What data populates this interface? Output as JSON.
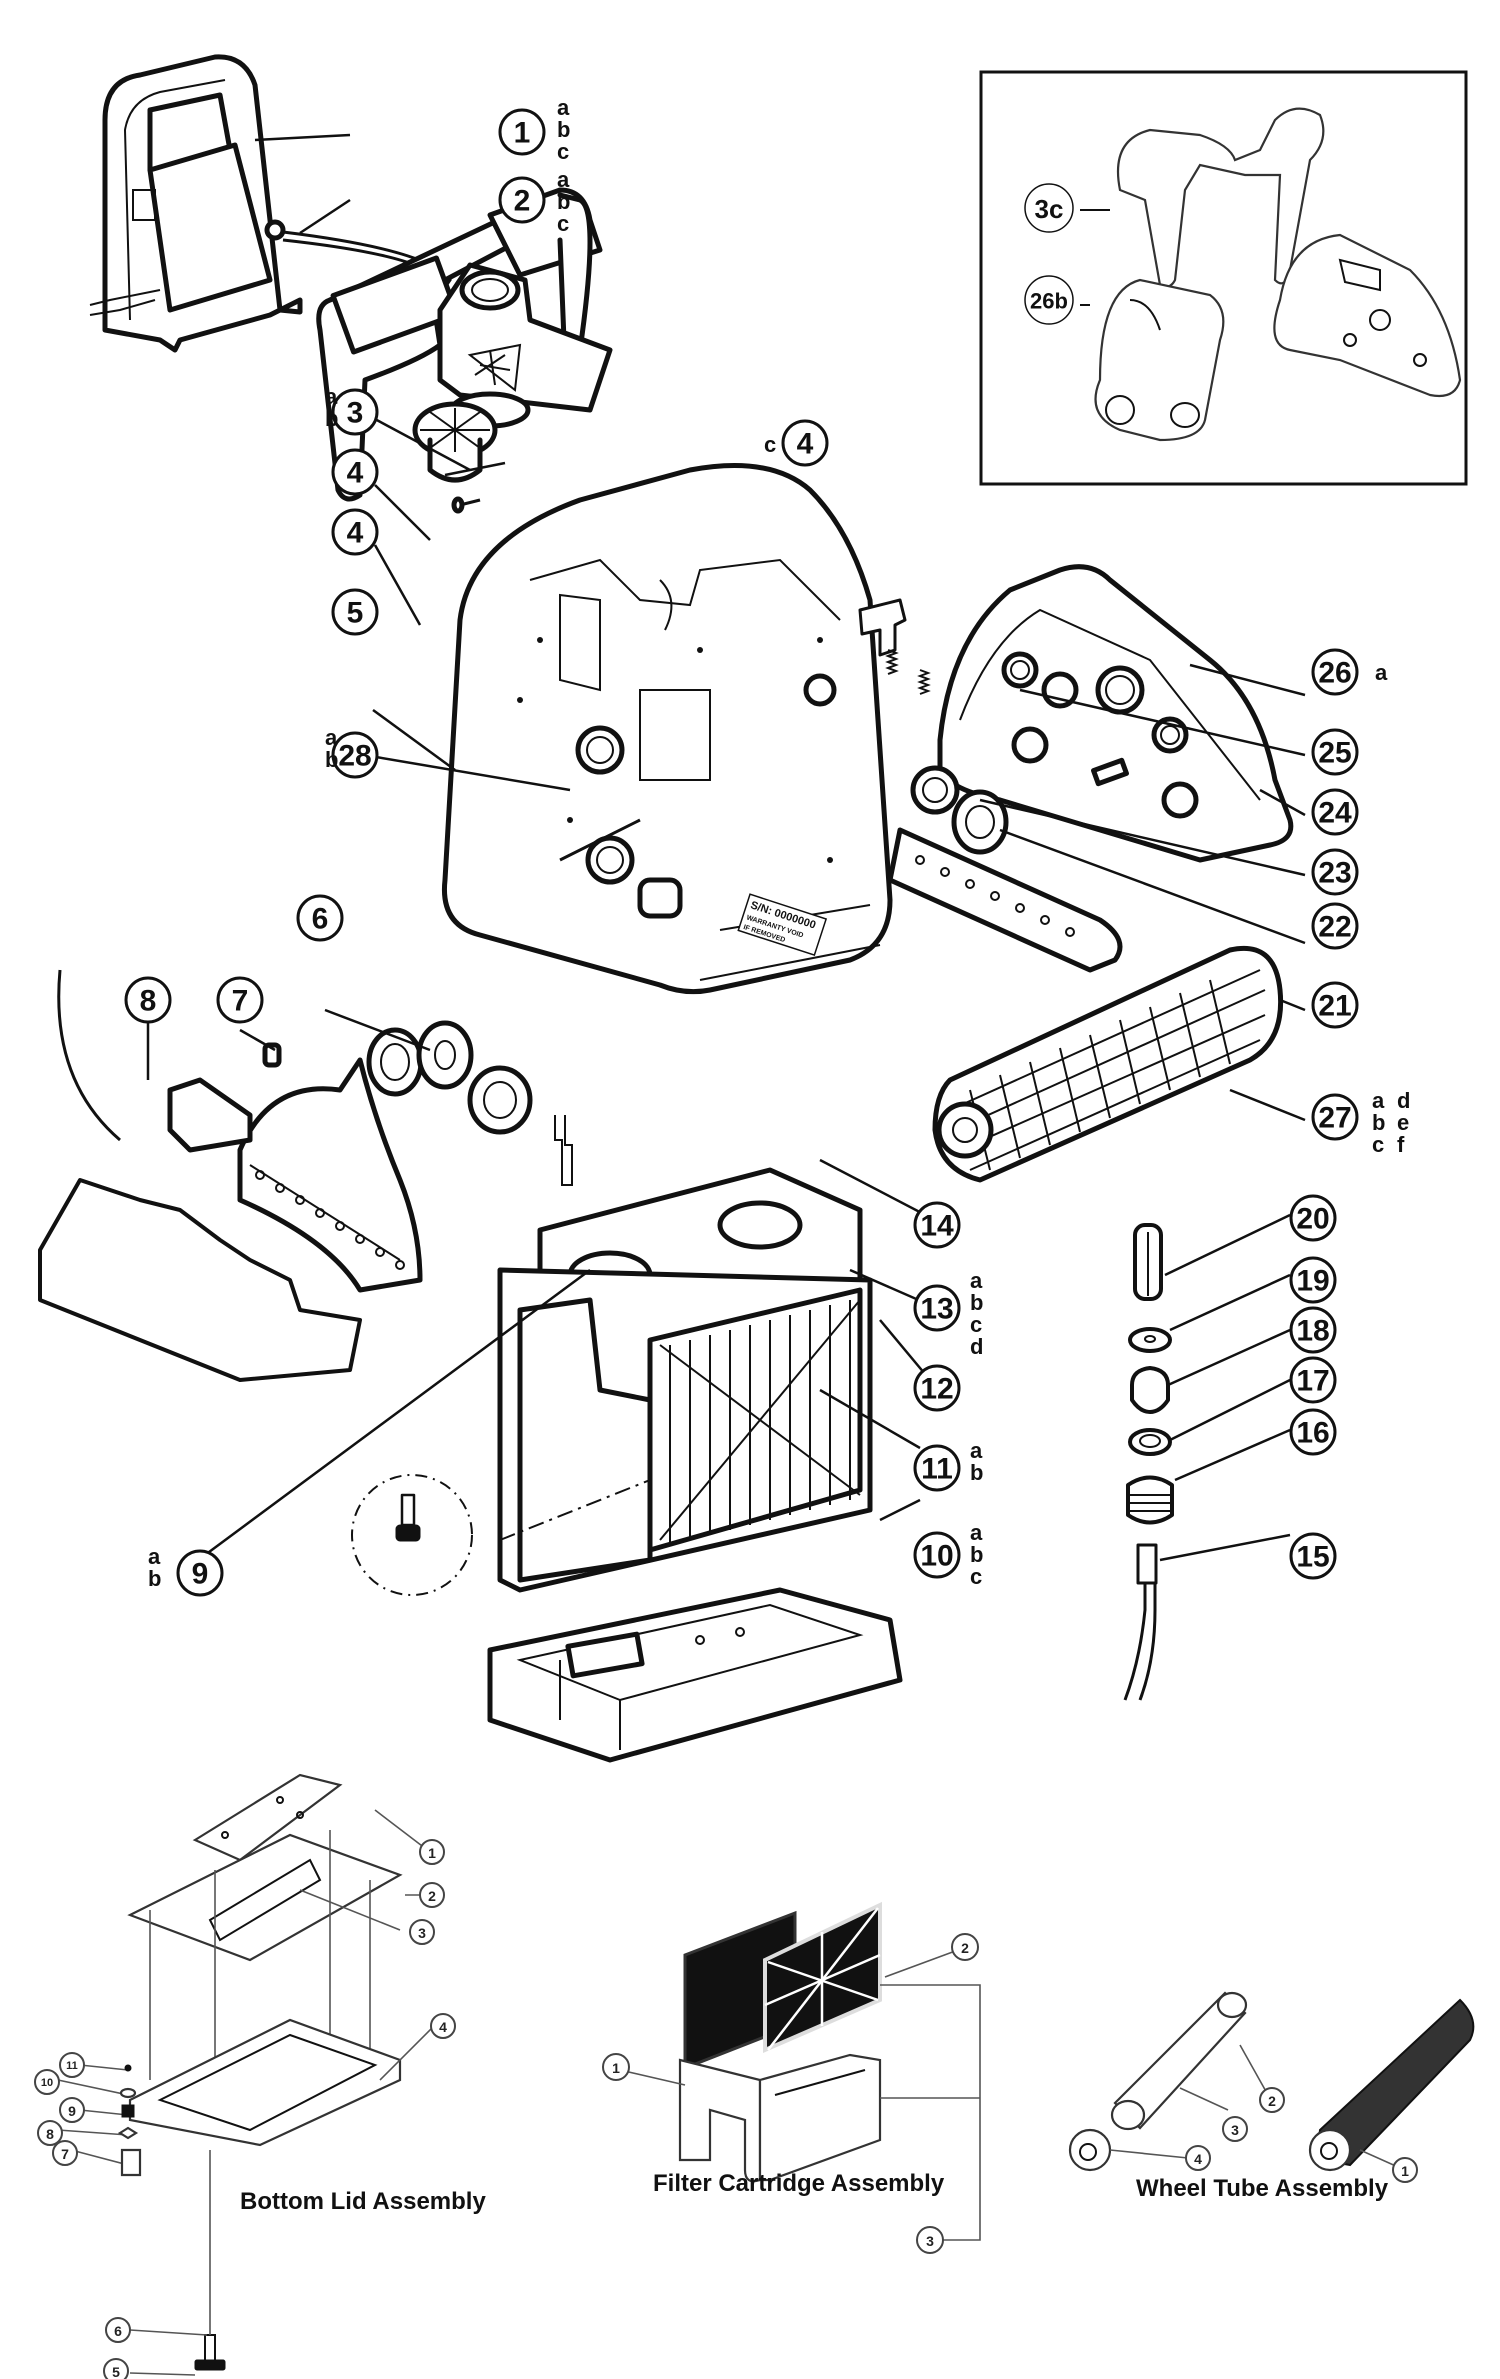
{
  "diagram": {
    "main_callouts": [
      {
        "id": "1",
        "variants": [
          "a",
          "b",
          "c"
        ]
      },
      {
        "id": "2",
        "variants": [
          "a",
          "b",
          "c"
        ]
      },
      {
        "id": "3",
        "variants": [
          "a",
          "b"
        ]
      },
      {
        "id": "4",
        "variants": [
          "c"
        ]
      },
      {
        "id": "4",
        "variants": []
      },
      {
        "id": "4",
        "variants": []
      },
      {
        "id": "5",
        "variants": []
      },
      {
        "id": "28",
        "variants": [
          "a",
          "b"
        ]
      },
      {
        "id": "6",
        "variants": []
      },
      {
        "id": "7",
        "variants": []
      },
      {
        "id": "8",
        "variants": []
      },
      {
        "id": "9",
        "variants": [
          "a",
          "b"
        ]
      },
      {
        "id": "10",
        "variants": [
          "a",
          "b",
          "c"
        ]
      },
      {
        "id": "11",
        "variants": [
          "a",
          "b"
        ]
      },
      {
        "id": "12",
        "variants": []
      },
      {
        "id": "13",
        "variants": [
          "a",
          "b",
          "c",
          "d"
        ]
      },
      {
        "id": "14",
        "variants": []
      },
      {
        "id": "15",
        "variants": []
      },
      {
        "id": "16",
        "variants": []
      },
      {
        "id": "17",
        "variants": []
      },
      {
        "id": "18",
        "variants": []
      },
      {
        "id": "19",
        "variants": []
      },
      {
        "id": "20",
        "variants": []
      },
      {
        "id": "21",
        "variants": []
      },
      {
        "id": "22",
        "variants": []
      },
      {
        "id": "23",
        "variants": []
      },
      {
        "id": "24",
        "variants": []
      },
      {
        "id": "25",
        "variants": []
      },
      {
        "id": "26",
        "variants": [
          "a"
        ]
      },
      {
        "id": "27",
        "variants": [
          "a",
          "b",
          "c",
          "d",
          "e",
          "f"
        ]
      }
    ],
    "inset": {
      "callouts": [
        "3c",
        "26b"
      ]
    },
    "serial_label": {
      "line1": "S/N: 0000000",
      "line2": "WARRANTY VOID",
      "line3": "IF REMOVED"
    },
    "sub_assemblies": [
      {
        "title": "Bottom Lid Assembly",
        "callouts": [
          "1",
          "2",
          "3",
          "4",
          "5",
          "6",
          "7",
          "8",
          "9",
          "10",
          "11"
        ]
      },
      {
        "title": "Filter Cartridge Assembly",
        "callouts": [
          "1",
          "2",
          "3"
        ]
      },
      {
        "title": "Wheel Tube Assembly",
        "callouts": [
          "1",
          "2",
          "3",
          "4"
        ]
      }
    ]
  }
}
